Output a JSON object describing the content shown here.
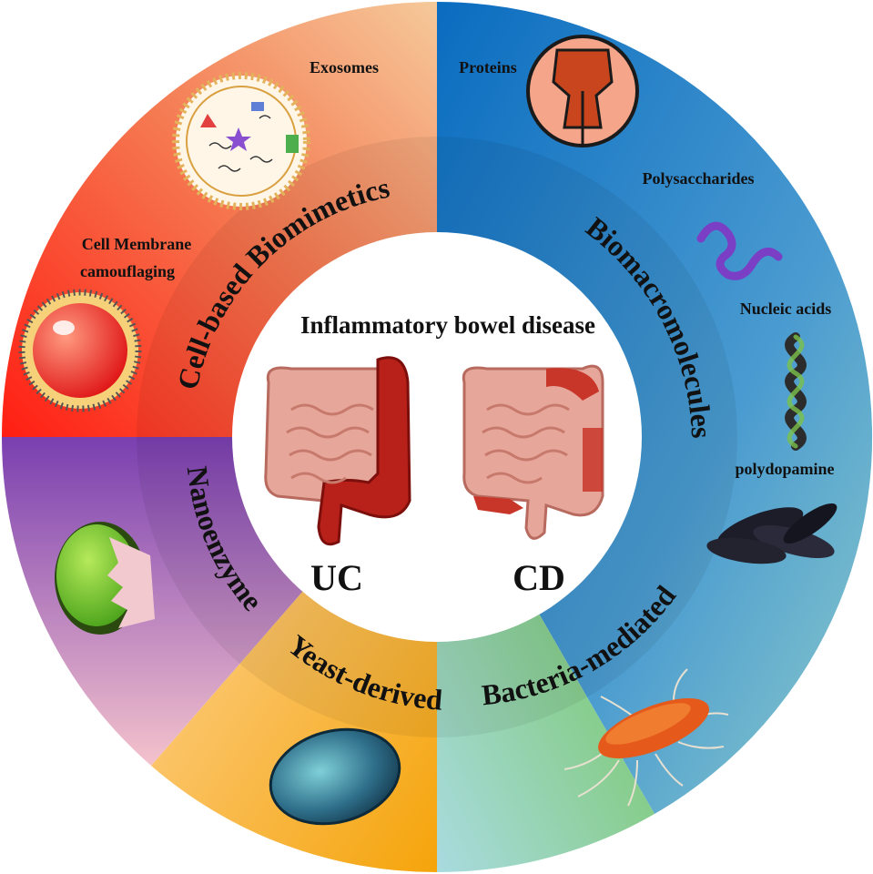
{
  "center": {
    "title": "Inflammatory bowel disease",
    "left_label": "UC",
    "right_label": "CD"
  },
  "sectors": {
    "cell_based": "Cell-based Biomimetics",
    "biomacromolecules": "Biomacromolecules",
    "bacteria": "Bacteria-mediated",
    "yeast": "Yeast-derived",
    "nanoenzyme": "Nanoenzyme"
  },
  "outer_labels": {
    "exosomes": "Exosomes",
    "cell_membrane_1": "Cell Membrane",
    "cell_membrane_2": "camouflaging",
    "proteins": "Proteins",
    "polysaccharides": "Polysaccharides",
    "nucleic_acids": "Nucleic acids",
    "polydopamine": "polydopamine"
  },
  "colors": {
    "cell_based": "#f2523a",
    "biomacromolecules": "#2b7fc6",
    "bacteria": "#7fc97a",
    "yeast": "#f6c24a",
    "nanoenzyme": "#b45db3"
  }
}
